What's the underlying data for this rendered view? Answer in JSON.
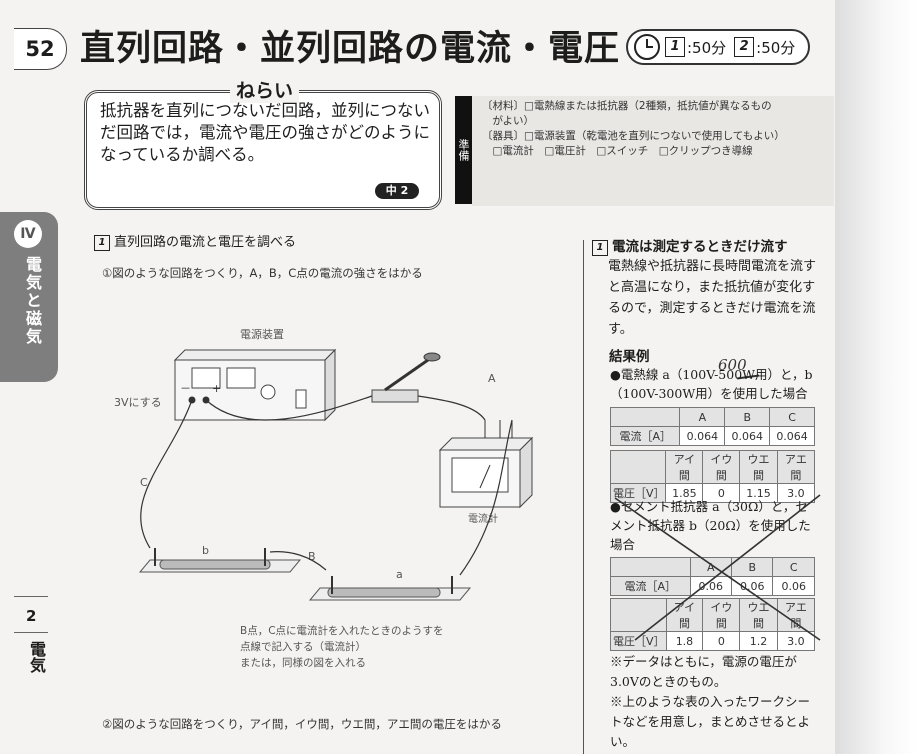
{
  "header": {
    "page_number": "52",
    "title": "直列回路・並列回路の電流・電圧",
    "time_part1": "1",
    "time_value1": ":50分",
    "time_part2": "2",
    "time_value2": ":50分"
  },
  "aim": {
    "title": "ねらい",
    "text": "抵抗器を直列につないだ回路，並列につないだ回路では，電流や電圧の強さがどのようになっているか調べる。",
    "badge": "中 2"
  },
  "prep": {
    "label": "準備",
    "line1": "〔材料〕□電熱線または抵抗器（2種類，抵抗値が異なるもの",
    "line2": "　がよい）",
    "line3": "〔器具〕□電源装置（乾電池を直列につないで使用してもよい）",
    "line4": "　□電流計　□電圧計　□スイッチ　□クリップつき導線"
  },
  "side": {
    "unit_mark": "Ⅳ",
    "unit_title": "電気と磁気",
    "grade": "2",
    "field": "電気"
  },
  "section1": {
    "num": "1",
    "title": "直列回路の電流と電圧を調べる",
    "step1": "①図のような回路をつくり，A，B，C点の電流の強さをはかる",
    "step2": "②図のような回路をつくり，アイ間，イウ間，ウエ間，アエ間の電圧をはかる"
  },
  "diagram": {
    "power_label": "電源装置",
    "voltage_label": "3Vにする",
    "ammeter_label": "電流計",
    "point_a": "A",
    "point_b": "B",
    "point_c": "C",
    "res_a": "a",
    "res_b": "b",
    "plus": "+",
    "minus": "－",
    "note1": "B点，C点に電流計を入れたときのようすを",
    "note2": "点線で記入する（電流計）",
    "note3": "または，同様の図を入れる"
  },
  "right": {
    "num": "1",
    "heading": "電流は測定するときだけ流す",
    "text": "電熱線や抵抗器に長時間電流を流すと高温になり，また抵抗値が変化するので，測定するときだけ電流を流す。",
    "results_title": "結果例",
    "case1": "●電熱線 a（100V-500W用）と，b（100V-300W用）を使用した場合",
    "handwritten": "600",
    "case2": "●セメント抵抗器 a（30Ω）と，セメント抵抗器 b（20Ω）を使用した場合",
    "note1": "※データはともに，電源の電圧が3.0Vのときのもの。",
    "note2": "※上のような表の入ったワークシートなどを用意し，まとめさせるとよい。"
  },
  "table1_current": {
    "headers": [
      "",
      "A",
      "B",
      "C"
    ],
    "row": [
      "電流［A］",
      "0.064",
      "0.064",
      "0.064"
    ]
  },
  "table1_voltage": {
    "headers": [
      "",
      "アイ間",
      "イウ間",
      "ウエ間",
      "アエ間"
    ],
    "row": [
      "電圧［V］",
      "1.85",
      "0",
      "1.15",
      "3.0"
    ]
  },
  "table2_current": {
    "headers": [
      "",
      "A",
      "B",
      "C"
    ],
    "row": [
      "電流［A］",
      "0.06",
      "0.06",
      "0.06"
    ]
  },
  "table2_voltage": {
    "headers": [
      "",
      "アイ間",
      "イウ間",
      "ウエ間",
      "アエ間"
    ],
    "row": [
      "電圧［V］",
      "1.8",
      "0",
      "1.2",
      "3.0"
    ]
  }
}
